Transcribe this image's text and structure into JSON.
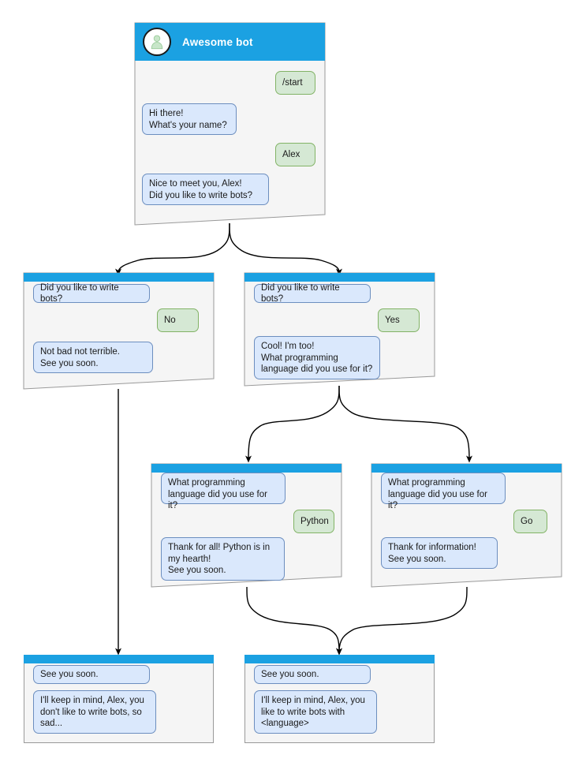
{
  "diagram": {
    "title": "Awesome bot conversation flow",
    "colors": {
      "header_blue": "#1ba1e2",
      "node_bg": "#f5f5f5",
      "node_border": "#999999",
      "bot_bubble_bg": "#dae8fc",
      "bot_bubble_border": "#6c8ebf",
      "user_bubble_bg": "#d5e8d4",
      "user_bubble_border": "#82b366",
      "edge": "#000000",
      "canvas": "#ffffff"
    }
  },
  "nodes": {
    "root": {
      "header": {
        "title": "Awesome bot",
        "avatar_icon": "person-avatar-icon"
      },
      "messages": [
        {
          "from": "user",
          "text": "/start"
        },
        {
          "from": "bot",
          "text": "Hi there!\nWhat's your name?"
        },
        {
          "from": "user",
          "text": "Alex"
        },
        {
          "from": "bot",
          "text": "Nice to meet you, Alex!\nDid you like to write bots?"
        }
      ]
    },
    "no_branch": {
      "messages": [
        {
          "from": "bot",
          "text": "Did you like to write bots?"
        },
        {
          "from": "user",
          "text": "No"
        },
        {
          "from": "bot",
          "text": "Not bad not terrible.\nSee you soon."
        }
      ]
    },
    "yes_branch": {
      "messages": [
        {
          "from": "bot",
          "text": "Did you like to write bots?"
        },
        {
          "from": "user",
          "text": "Yes"
        },
        {
          "from": "bot",
          "text": "Cool! I'm too!\nWhat programming\nlanguage did you use for it?"
        }
      ]
    },
    "python_branch": {
      "messages": [
        {
          "from": "bot",
          "text": "What programming\nlanguage did you use for it?"
        },
        {
          "from": "user",
          "text": "Python"
        },
        {
          "from": "bot",
          "text": "Thank for all! Python is in\nmy hearth!\nSee you soon."
        }
      ]
    },
    "go_branch": {
      "messages": [
        {
          "from": "bot",
          "text": "What programming\nlanguage did you use for it?"
        },
        {
          "from": "user",
          "text": "Go"
        },
        {
          "from": "bot",
          "text": "Thank for information!\nSee you soon."
        }
      ]
    },
    "end_sad": {
      "messages": [
        {
          "from": "bot",
          "text": "See you soon."
        },
        {
          "from": "bot",
          "text": "I'll keep in mind, Alex, you\ndon't like to write bots, so\nsad..."
        }
      ]
    },
    "end_happy": {
      "messages": [
        {
          "from": "bot",
          "text": "See you soon."
        },
        {
          "from": "bot",
          "text": "I'll keep in mind, Alex, you\nlike to write bots with\n<language>"
        }
      ]
    }
  }
}
